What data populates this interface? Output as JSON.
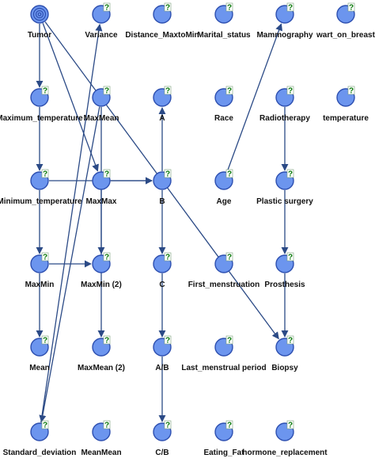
{
  "graph": {
    "colors": {
      "node_fill": "#6c95ee",
      "node_stroke": "#2d4fb0",
      "edge": "#2b4a86",
      "badge": "#0a7a0a"
    },
    "nodes": [
      {
        "id": "tumor",
        "label": "Tumor",
        "icon": "target-node-icon"
      },
      {
        "id": "variance",
        "label": "Variance",
        "icon": "node-question-icon"
      },
      {
        "id": "distance",
        "label": "Distance_MaxtoMin",
        "icon": "node-question-icon"
      },
      {
        "id": "marital",
        "label": "Marital_status",
        "icon": "node-question-icon"
      },
      {
        "id": "mammography",
        "label": "Mammography",
        "icon": "node-question-icon"
      },
      {
        "id": "wart",
        "label": "wart_on_breast",
        "icon": "node-question-icon"
      },
      {
        "id": "maxtemp",
        "label": "Maximum_temperature",
        "icon": "node-question-icon"
      },
      {
        "id": "maxmean",
        "label": "MaxMean",
        "icon": "node-question-icon"
      },
      {
        "id": "a",
        "label": "A",
        "icon": "node-question-icon"
      },
      {
        "id": "race",
        "label": "Race",
        "icon": "node-question-icon"
      },
      {
        "id": "radiotherapy",
        "label": "Radiotherapy",
        "icon": "node-question-icon"
      },
      {
        "id": "temperature",
        "label": "temperature",
        "icon": "node-question-icon"
      },
      {
        "id": "mintemp",
        "label": "Minimum_temperature",
        "icon": "node-question-icon"
      },
      {
        "id": "maxmax",
        "label": "MaxMax",
        "icon": "node-question-icon"
      },
      {
        "id": "b",
        "label": "B",
        "icon": "node-question-icon"
      },
      {
        "id": "age",
        "label": "Age",
        "icon": "node-question-icon"
      },
      {
        "id": "plastic",
        "label": "Plastic surgery",
        "icon": "node-question-icon"
      },
      {
        "id": "maxmin",
        "label": "MaxMin",
        "icon": "node-question-icon"
      },
      {
        "id": "maxmin2",
        "label": "MaxMin (2)",
        "icon": "node-question-icon"
      },
      {
        "id": "c",
        "label": "C",
        "icon": "node-question-icon"
      },
      {
        "id": "firstmen",
        "label": "First_menstruation",
        "icon": "node-question-icon"
      },
      {
        "id": "prosthesis",
        "label": "Prosthesis",
        "icon": "node-question-icon"
      },
      {
        "id": "mean",
        "label": "Mean",
        "icon": "node-question-icon"
      },
      {
        "id": "maxmean2",
        "label": "MaxMean (2)",
        "icon": "node-question-icon"
      },
      {
        "id": "ab",
        "label": "A/B",
        "icon": "node-question-icon"
      },
      {
        "id": "lastmen",
        "label": "Last_menstrual period",
        "icon": "node-question-icon"
      },
      {
        "id": "biopsy",
        "label": "Biopsy",
        "icon": "node-question-icon"
      },
      {
        "id": "stddev",
        "label": "Standard_deviation",
        "icon": "node-question-icon"
      },
      {
        "id": "meanmean",
        "label": "MeanMean",
        "icon": "node-question-icon"
      },
      {
        "id": "cb",
        "label": "C/B",
        "icon": "node-question-icon"
      },
      {
        "id": "eatingfat",
        "label": "Eating_Fat",
        "icon": "node-question-icon"
      },
      {
        "id": "hormone",
        "label": "hormone_replacement",
        "icon": "node-question-icon"
      }
    ],
    "badge_text": "?",
    "edges": [
      {
        "from": "tumor",
        "to": "maxtemp"
      },
      {
        "from": "tumor",
        "to": "maxmax"
      },
      {
        "from": "tumor",
        "to": "biopsy"
      },
      {
        "from": "maxtemp",
        "to": "mintemp"
      },
      {
        "from": "mintemp",
        "to": "b"
      },
      {
        "from": "mintemp",
        "to": "maxmin"
      },
      {
        "from": "maxmean",
        "to": "maxmin2"
      },
      {
        "from": "maxmean",
        "to": "stddev"
      },
      {
        "from": "maxmax",
        "to": "b"
      },
      {
        "from": "maxmax",
        "to": "maxmean2"
      },
      {
        "from": "maxmin",
        "to": "maxmin2"
      },
      {
        "from": "maxmin",
        "to": "mean"
      },
      {
        "from": "b",
        "to": "a"
      },
      {
        "from": "b",
        "to": "c"
      },
      {
        "from": "c",
        "to": "ab"
      },
      {
        "from": "ab",
        "to": "cb"
      },
      {
        "from": "age",
        "to": "mammography"
      },
      {
        "from": "radiotherapy",
        "to": "plastic"
      },
      {
        "from": "plastic",
        "to": "prosthesis"
      },
      {
        "from": "prosthesis",
        "to": "biopsy"
      },
      {
        "from": "stddev",
        "to": "variance"
      }
    ]
  }
}
